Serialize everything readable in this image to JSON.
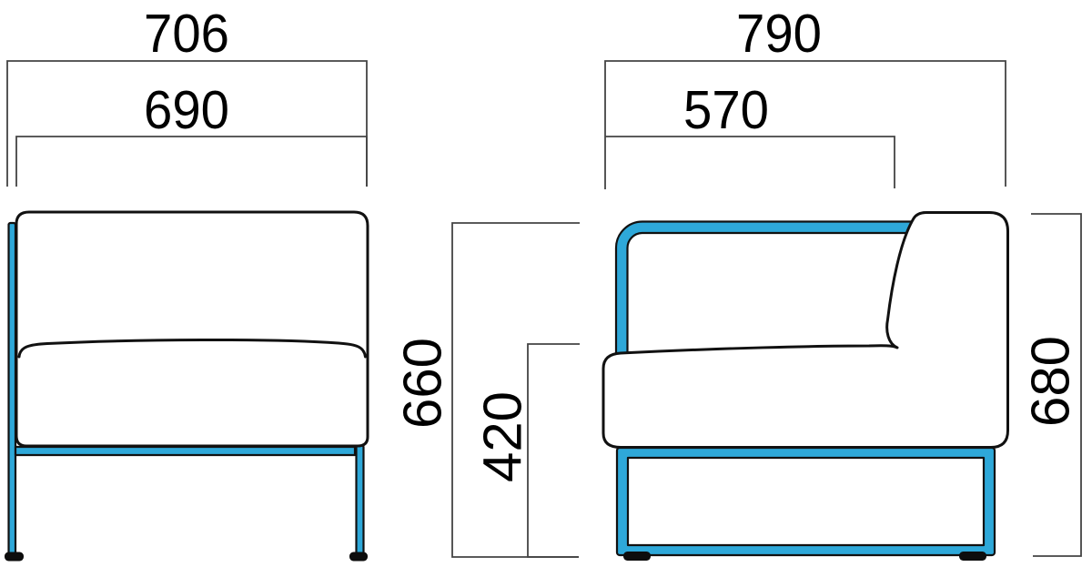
{
  "drawing": {
    "type": "furniture-dimension-drawing",
    "views": {
      "front_view": {
        "dimensions": {
          "overall_width": "706",
          "body_width": "690"
        }
      },
      "height_dimensions": {
        "overall_height": "660",
        "seat_height": "420"
      },
      "side_view": {
        "dimensions": {
          "overall_depth": "790",
          "frame_inner_depth": "570",
          "overall_height": "680"
        }
      }
    }
  },
  "colors": {
    "frame_blue": "#2ea8d9",
    "outline": "#111111",
    "dimension_line": "#444444",
    "text": "#000000",
    "page_bg": "#ffffff"
  }
}
